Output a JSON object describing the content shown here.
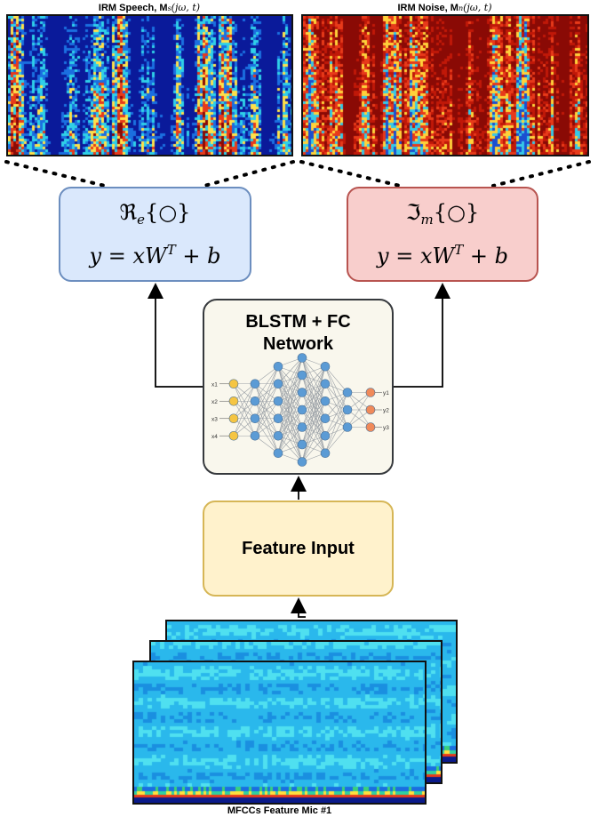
{
  "speech_panel": {
    "caption_prefix": "IRM Speech, ",
    "caption_symbol": "M",
    "caption_sub": "s",
    "caption_args": "(jω, t)",
    "colors": [
      "#0a1a9a",
      "#1b6fe0",
      "#2fd0e8",
      "#ffe04a",
      "#e83a1a",
      "#8a0a05"
    ]
  },
  "noise_panel": {
    "caption_prefix": "IRM Noise, ",
    "caption_symbol": "M",
    "caption_sub": "n",
    "caption_args": "(jω, t)",
    "colors": [
      "#8a0a05",
      "#c01808",
      "#e83a1a",
      "#ffd23a",
      "#36c8e6",
      "#1b4fd0"
    ]
  },
  "real_box": {
    "op_symbol": "ℜ",
    "op_sub": "e",
    "op_arg": "{○}",
    "eq_lhs": "y = xW",
    "eq_sup": "T",
    "eq_rhs": " + b",
    "fill": "#dae8fc",
    "stroke": "#6c8ebf"
  },
  "imag_box": {
    "op_symbol": "ℑ",
    "op_sub": "m",
    "op_arg": "{○}",
    "eq_lhs": "y = xW",
    "eq_sup": "T",
    "eq_rhs": " + b",
    "fill": "#f8cecc",
    "stroke": "#b85450"
  },
  "network_box": {
    "title_line1": "BLSTM + FC",
    "title_line2": "Network",
    "fill": "#f9f7ed",
    "stroke": "#36393d",
    "inputs": [
      "x1",
      "x2",
      "x3",
      "x4"
    ],
    "outputs": [
      "y1",
      "y2",
      "y3"
    ]
  },
  "feature_box": {
    "label": "Feature Input",
    "fill": "#fff2cc",
    "stroke": "#d6b656"
  },
  "mfcc_stack": {
    "caption": "MFCCs Feature Mic #1"
  }
}
